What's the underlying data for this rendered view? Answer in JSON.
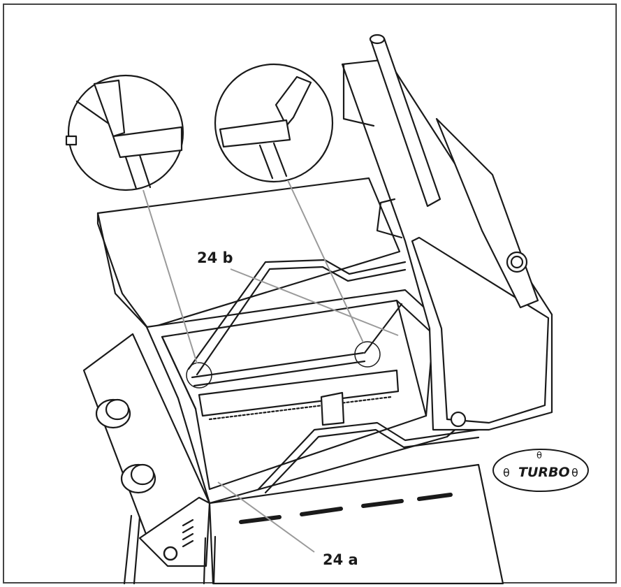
{
  "callouts": {
    "label_a": "24 a",
    "label_b": "24 b"
  },
  "badge": {
    "text": "TURBO",
    "symbol": "θ"
  },
  "colors": {
    "line": "#1a1a1a",
    "leader": "#9a9a9a",
    "frame": "#444444",
    "background": "#ffffff"
  }
}
